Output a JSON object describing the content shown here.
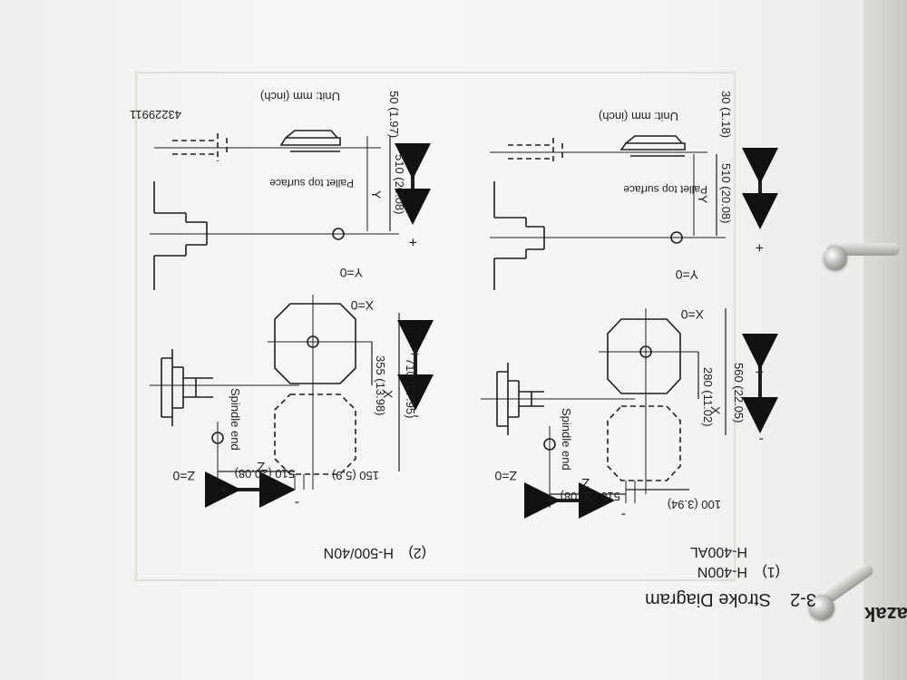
{
  "section": {
    "number": "3-2",
    "title": "Stroke Diagram"
  },
  "models": {
    "first_label": "(1)",
    "first_line1": "H-400N",
    "first_line2": "H-400AL",
    "second_label": "(2)",
    "second_name": "H-500/40N"
  },
  "brand": "azak",
  "doc_number": "43229911",
  "diagram1": {
    "z_label": "Z",
    "z_origin": "Z=0",
    "z_stroke": "510 (20.08)",
    "z_offset": "100 (3.94)",
    "spindle_end": "Spindle end",
    "x_label": "X",
    "x_origin": "X=0",
    "x_stroke": "560 (22.05)",
    "x_half": "280 (11.02)",
    "y_label": "Y",
    "y_origin": "Y=0",
    "y_stroke": "510 (20.08)",
    "y_offset": "30 (1.18)",
    "pallet_top": "Pallet top surface",
    "unit": "Unit: mm (inch)",
    "plus": "+",
    "minus": "-"
  },
  "diagram2": {
    "z_label": "Z",
    "z_origin": "Z=0",
    "z_stroke": "510 (20.08)",
    "z_offset": "150 (5.9)",
    "spindle_end": "Spindle end",
    "x_label": "X",
    "x_origin": "X=0",
    "x_stroke": "710 (27.95)",
    "x_half": "355 (13.98)",
    "y_label": "Y",
    "y_origin": "Y=0",
    "y_stroke": "510 (20.08)",
    "y_offset": "50 (1.97)",
    "pallet_top": "Pallet top surface",
    "unit": "Unit: mm (inch)",
    "plus": "+",
    "minus": "-"
  },
  "colors": {
    "ink": "#1e1e1e",
    "paper": "#f4f4f2"
  }
}
